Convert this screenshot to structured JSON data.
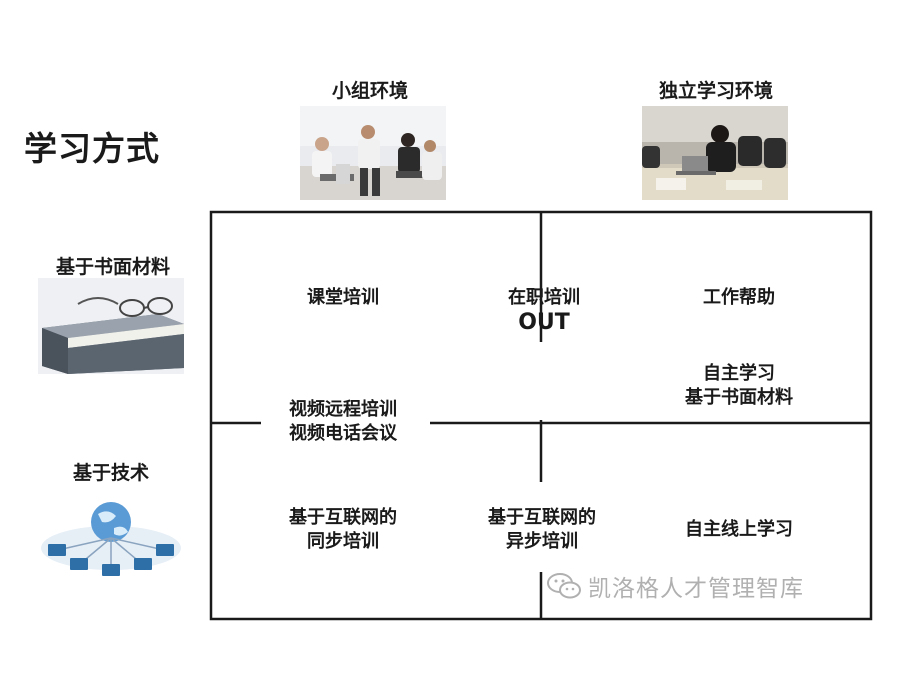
{
  "title": "学习方式",
  "columns": [
    {
      "label": "小组环境",
      "photo": "group-meeting-photo"
    },
    {
      "label": "独立学习环境",
      "photo": "woman-at-laptop-photo"
    }
  ],
  "rows": [
    {
      "label": "基于书面材料",
      "photo": "book-with-glasses-photo"
    },
    {
      "label": "基于技术",
      "photo": "network-computers-photo"
    }
  ],
  "cells": {
    "classroom": {
      "line1": "课堂培训"
    },
    "on_the_job": {
      "line1": "在职培训",
      "line2": "OUT"
    },
    "job_aid": {
      "line1": "工作帮助"
    },
    "self_study": {
      "line1": "自主学习",
      "line2": "基于书面材料"
    },
    "video_remote": {
      "line1": "视频远程培训",
      "line2": "视频电话会议"
    },
    "internet_sync": {
      "line1": "基于互联网的",
      "line2": "同步培训"
    },
    "internet_async": {
      "line1": "基于互联网的",
      "line2": "异步培训"
    },
    "online_self": {
      "line1": "自主线上学习"
    }
  },
  "watermark": {
    "icon": "wechat-icon",
    "text": "凯洛格人才管理智库"
  },
  "colors": {
    "line": "#1a1a1a",
    "watermark": "#b0b0b0"
  }
}
